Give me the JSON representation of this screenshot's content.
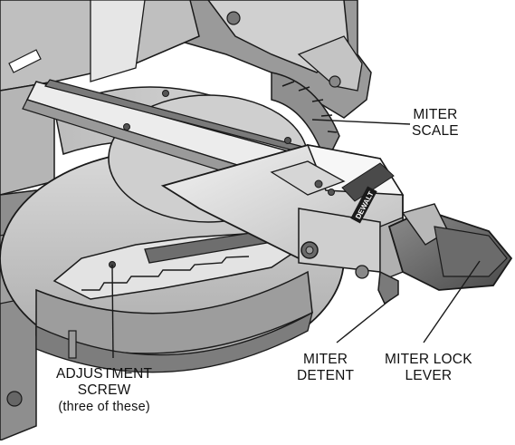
{
  "labels": {
    "miter_scale": {
      "line1": "MITER",
      "line2": "SCALE"
    },
    "miter_detent": {
      "line1": "MITER",
      "line2": "DETENT"
    },
    "miter_lock_lever": {
      "line1": "MITER LOCK",
      "line2": "LEVER"
    },
    "adjustment_screw": {
      "line1": "ADJUSTMENT",
      "line2": "SCREW",
      "line3": "(three of these)"
    }
  },
  "brand_mark": "DEWALT",
  "colors": {
    "line": "#1a1a1a",
    "metal_light": "#e9e9e9",
    "metal_mid": "#c8c8c8",
    "metal_dark": "#8a8a8a",
    "shadow": "#5a5a5a"
  }
}
